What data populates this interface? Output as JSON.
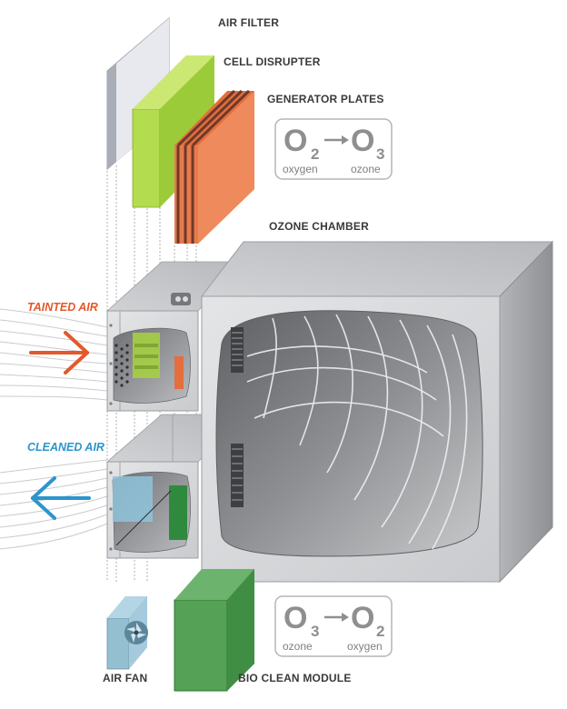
{
  "labels": {
    "air_filter": "AIR FILTER",
    "cell_disrupter": "CELL DISRUPTER",
    "generator_plates": "GENERATOR PLATES",
    "ozone_chamber": "OZONE CHAMBER",
    "air_fan": "AIR FAN",
    "bio_clean_module": "BIO CLEAN MODULE"
  },
  "flows": {
    "tainted_air": "TAINTED AIR",
    "cleaned_air": "CLEANED AIR"
  },
  "reactions": {
    "generation": {
      "from_symbol": "O",
      "from_subscript": "2",
      "to_symbol": "O",
      "to_subscript": "3",
      "from_caption": "oxygen",
      "to_caption": "ozone"
    },
    "cleanup": {
      "from_symbol": "O",
      "from_subscript": "3",
      "to_symbol": "O",
      "to_subscript": "2",
      "from_caption": "ozone",
      "to_caption": "oxygen"
    }
  },
  "colors": {
    "tainted": "#e2592b",
    "cleaned": "#2c95cc",
    "filter": "#d9dbe1",
    "disrupter": "#a7d23e",
    "generator": "#e9784a",
    "fan": "#9cc3d4",
    "bio_module": "#5aa15a",
    "housing": "#d3d5d8"
  },
  "icons": [
    "right-arrow-icon",
    "left-arrow-icon",
    "reaction-arrow-icon",
    "fan-icon",
    "connector-icon"
  ]
}
